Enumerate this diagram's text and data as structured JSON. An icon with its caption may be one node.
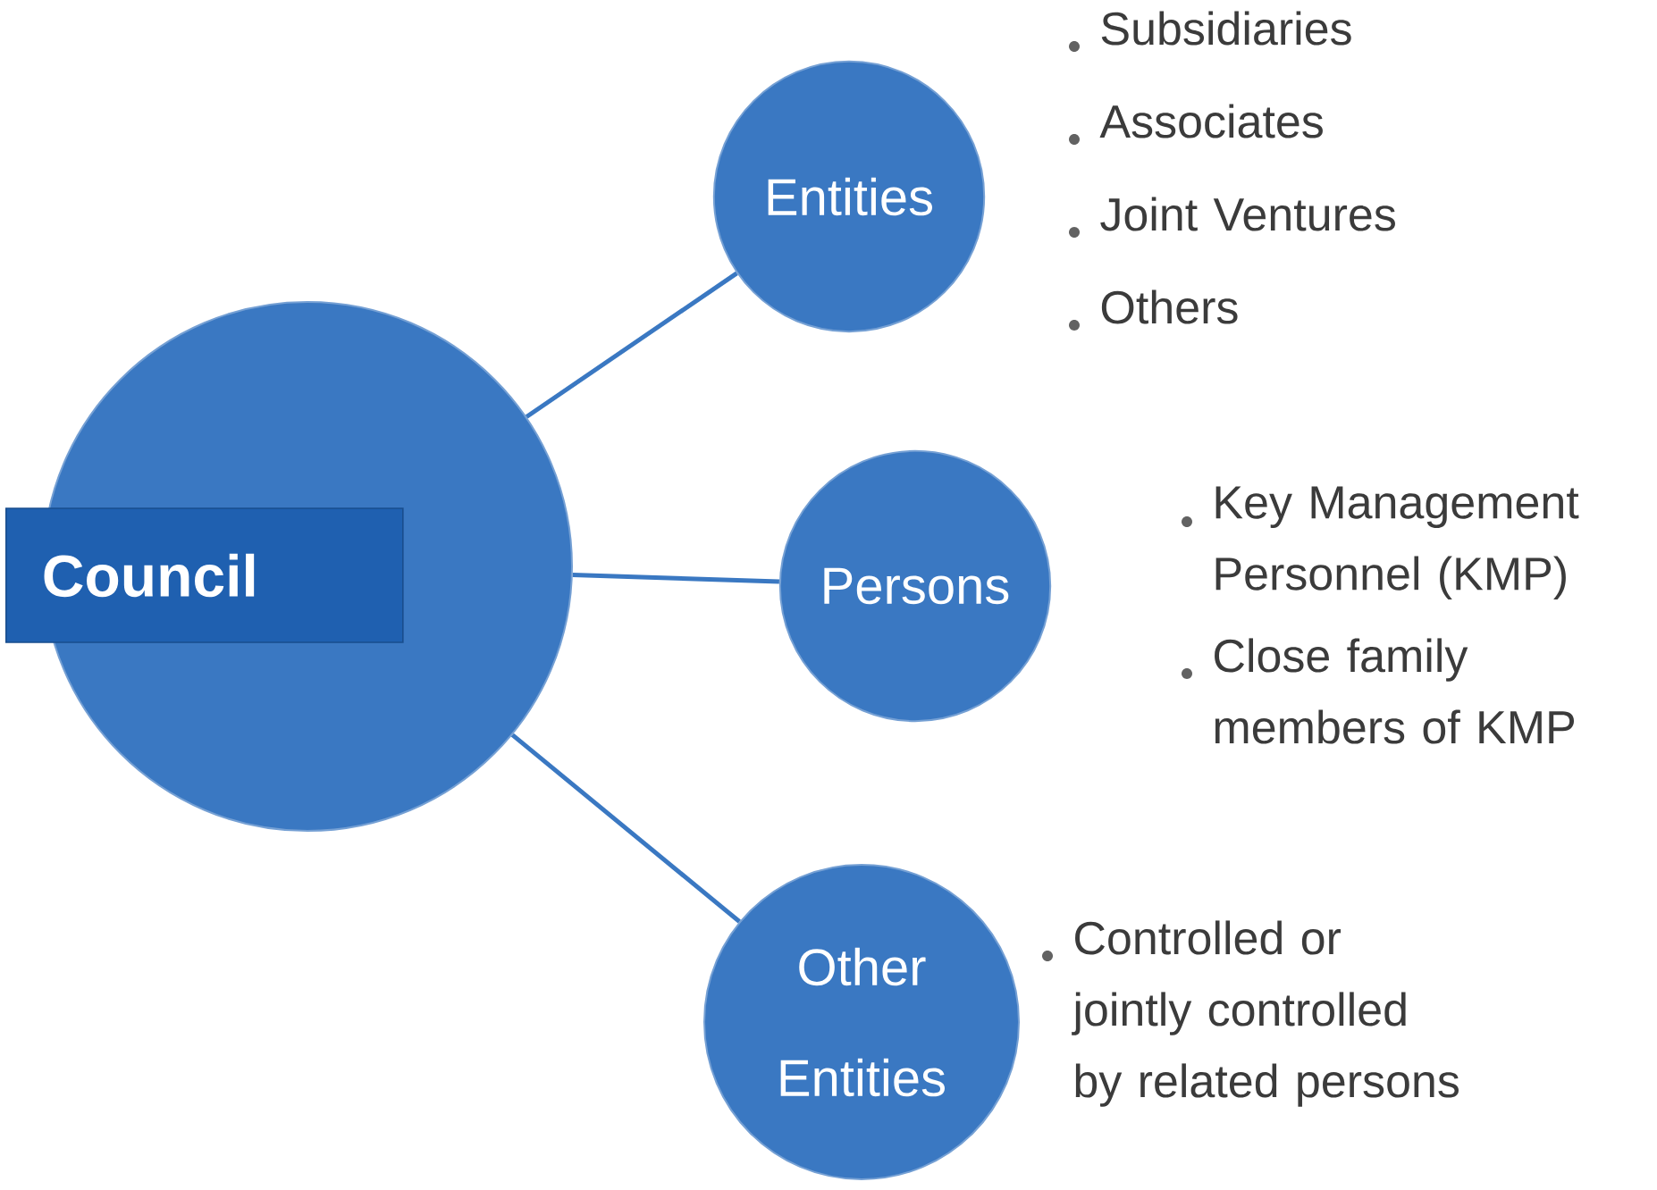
{
  "diagram": {
    "nodes": [
      {
        "text": [],
        "shape": "circle"
      },
      {
        "text": [
          "Council"
        ]
      },
      {
        "text": [
          "Entities"
        ],
        "beside": [
          "Subsidiaries",
          "Associates",
          "Joint Ventures",
          "Others"
        ]
      },
      {
        "text": [
          "Persons"
        ],
        "beside": [
          "Key Management Personnel (KMP)",
          "Close family members of KMP"
        ]
      },
      {
        "text": [
          "Other Entities"
        ],
        "beside": [
          "Controlled or jointly controlled by related persons"
        ]
      }
    ],
    "edges": [
      {
        "from": 0,
        "to": 2,
        "arrow": "none"
      },
      {
        "from": 0,
        "to": 3,
        "arrow": "none"
      },
      {
        "from": 0,
        "to": 4,
        "arrow": "none"
      }
    ]
  }
}
